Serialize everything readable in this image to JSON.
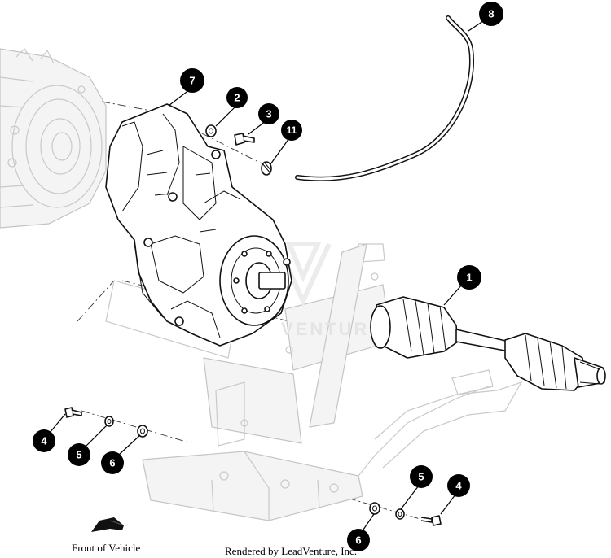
{
  "callouts": [
    {
      "id": "callout-7",
      "label": "7"
    },
    {
      "id": "callout-2",
      "label": "2"
    },
    {
      "id": "callout-3",
      "label": "3"
    },
    {
      "id": "callout-11",
      "label": "11"
    },
    {
      "id": "callout-8",
      "label": "8"
    },
    {
      "id": "callout-1",
      "label": "1"
    },
    {
      "id": "callout-4-left",
      "label": "4"
    },
    {
      "id": "callout-5-left",
      "label": "5"
    },
    {
      "id": "callout-6-left",
      "label": "6"
    },
    {
      "id": "callout-5-right",
      "label": "5"
    },
    {
      "id": "callout-4-right",
      "label": "4"
    },
    {
      "id": "callout-6-bottom",
      "label": "6"
    }
  ],
  "captions": {
    "front_of_vehicle": "Front of  Vehicle",
    "rendered_by": "Rendered by LeadVenture, Inc."
  },
  "watermark": "VENTURE",
  "icons": {
    "front_arrow": "front-of-vehicle-arrow-icon"
  }
}
